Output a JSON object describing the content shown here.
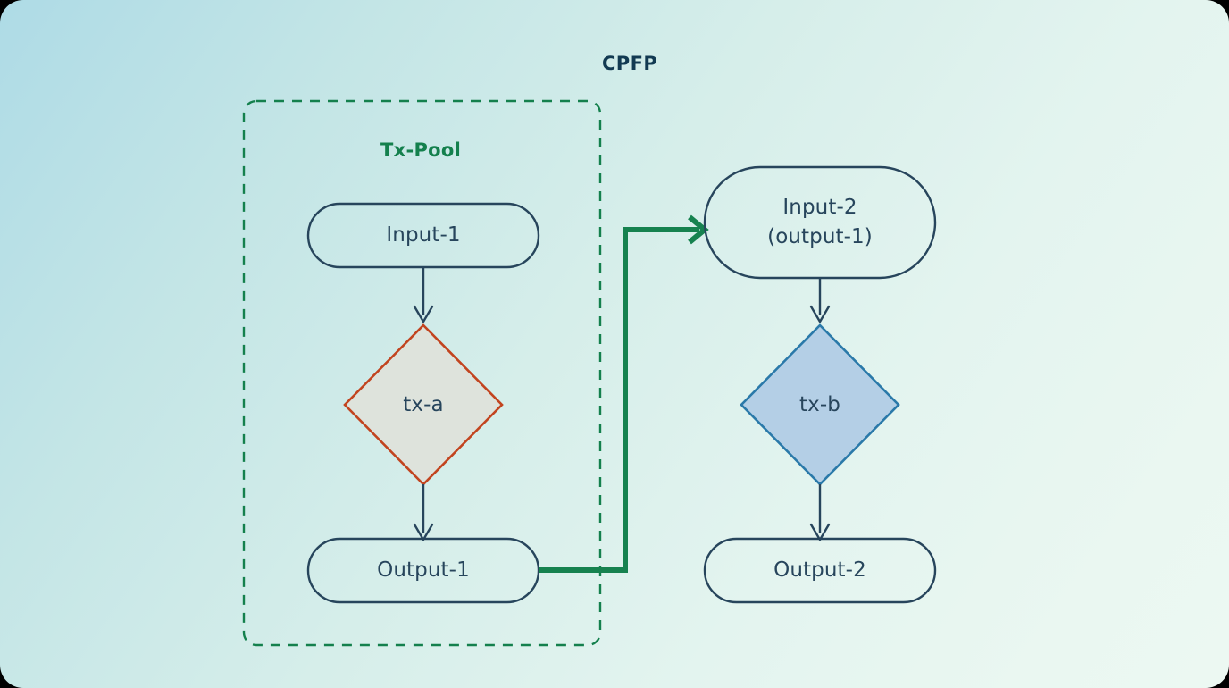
{
  "diagram": {
    "title": "CPFP",
    "title_color": "#123a52",
    "background": {
      "from": "#aedbe6",
      "to": "#ecf8f2"
    },
    "group": {
      "label": "Tx-Pool",
      "color": "#14804d",
      "border_style": "dashed"
    },
    "nodes": [
      {
        "id": "input-1",
        "label": "Input-1",
        "shape": "stadium",
        "stroke": "#27455c",
        "fill": "none"
      },
      {
        "id": "tx-a",
        "label": "tx-a",
        "shape": "diamond",
        "stroke": "#c2441f",
        "fill": "#dee3dc"
      },
      {
        "id": "output-1",
        "label": "Output-1",
        "shape": "stadium",
        "stroke": "#27455c",
        "fill": "none"
      },
      {
        "id": "input-2",
        "label": "Input-2",
        "label_line2": "(output-1)",
        "shape": "stadium",
        "stroke": "#27455c",
        "fill": "none"
      },
      {
        "id": "tx-b",
        "label": "tx-b",
        "shape": "diamond",
        "stroke": "#2a79a9",
        "fill": "#b4cfe6"
      },
      {
        "id": "output-2",
        "label": "Output-2",
        "shape": "stadium",
        "stroke": "#27455c",
        "fill": "none"
      }
    ],
    "edges": [
      {
        "id": "input1-to-txa",
        "from": "input-1",
        "to": "tx-a",
        "color": "#27455c",
        "style": "solid"
      },
      {
        "id": "txa-to-output1",
        "from": "tx-a",
        "to": "output-1",
        "color": "#27455c",
        "style": "solid"
      },
      {
        "id": "output1-to-input2",
        "from": "output-1",
        "to": "input-2",
        "color": "#16824f",
        "style": "solid-thick"
      },
      {
        "id": "input2-to-txb",
        "from": "input-2",
        "to": "tx-b",
        "color": "#27455c",
        "style": "solid"
      },
      {
        "id": "txb-to-output2",
        "from": "tx-b",
        "to": "output-2",
        "color": "#27455c",
        "style": "solid"
      }
    ]
  }
}
